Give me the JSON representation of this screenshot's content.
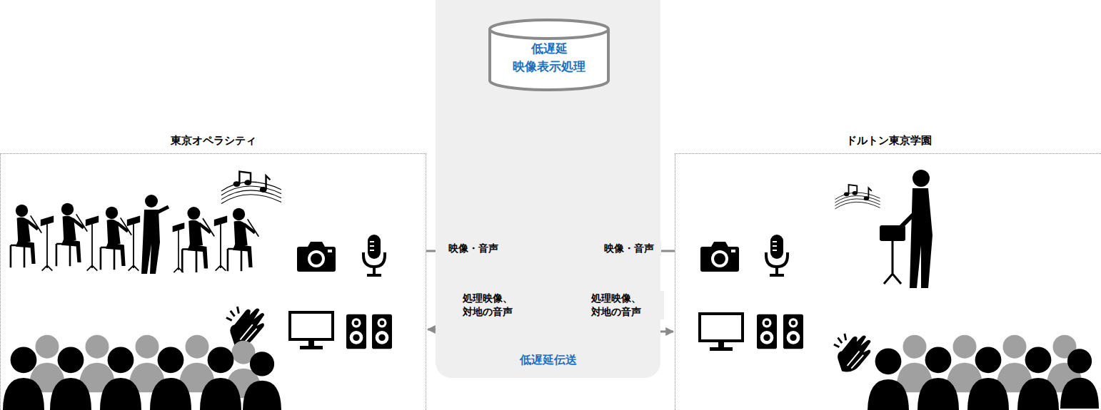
{
  "diagram": {
    "nodes": [
      {
        "text": [
          "東京オペラシティ"
        ]
      },
      {
        "text": [
          "低遅延伝送"
        ]
      },
      {
        "text": [
          "低遅延 映像表示処理"
        ],
        "in": 1
      },
      {
        "text": [
          "ドルトン東京学園"
        ]
      }
    ],
    "edges": [
      {
        "from": 0,
        "to": 2,
        "arrow": "to",
        "label": "映像・音声"
      },
      {
        "from": 2,
        "to": 0,
        "arrow": "to",
        "label": "処理映像、 対地の音声"
      },
      {
        "from": 2,
        "to": 3,
        "arrow": "to",
        "label": "処理映像、 対地の音声"
      },
      {
        "from": 3,
        "to": 2,
        "arrow": "to",
        "label": "映像・音声"
      }
    ]
  }
}
